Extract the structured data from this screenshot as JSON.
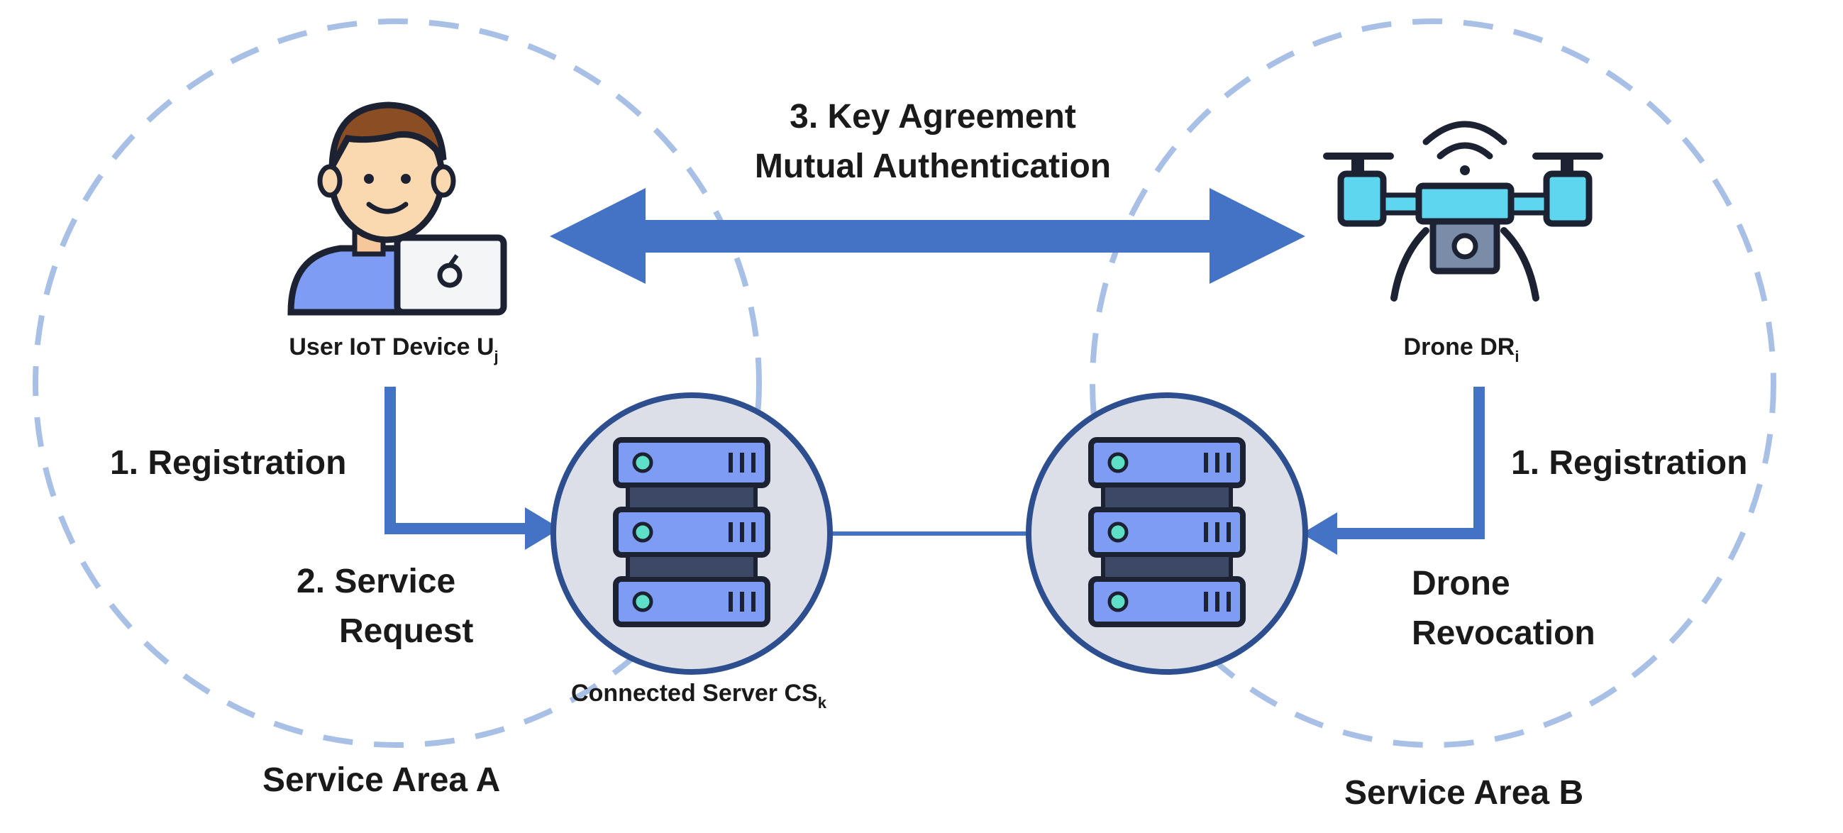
{
  "labels": {
    "key_agreement_line1": "3. Key Agreement",
    "key_agreement_line2": "Mutual Authentication",
    "user_device_label": "User IoT Device U",
    "user_device_sub": "j",
    "drone_label": "Drone DR",
    "drone_sub": "i",
    "registration_left": "1. Registration",
    "registration_right": "1. Registration",
    "service_request_line1": "2. Service",
    "service_request_line2": "Request",
    "drone_revocation_line1": "Drone",
    "drone_revocation_line2": "Revocation",
    "server_label": "Connected Server CS",
    "server_sub": "k",
    "service_area_a": "Service Area A",
    "service_area_b": "Service Area B"
  },
  "icons": {
    "user": "user-with-laptop-icon",
    "drone": "drone-with-wifi-icon",
    "server_left": "server-rack-icon",
    "server_right": "server-rack-icon"
  },
  "colors": {
    "arrow": "#4472c4",
    "dashed_circle": "#a9c0e6",
    "server_circle_fill": "#dcdee8",
    "server_circle_stroke": "#2e4f8f",
    "server_unit": "#7f9cf5",
    "drone_body": "#5ed6f0"
  }
}
